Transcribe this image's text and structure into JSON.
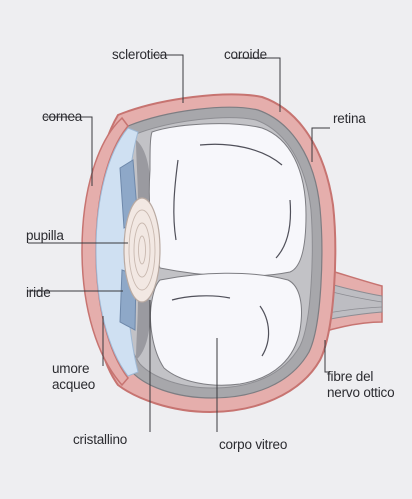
{
  "labels": {
    "sclerotica": "sclerotica",
    "coroide": "coroide",
    "cornea": "cornea",
    "retina": "retina",
    "pupilla": "pupilla",
    "iride": "iride",
    "umore_acqueo_line1": "umore",
    "umore_acqueo_line2": "acqueo",
    "fibre_line1": "fibre del",
    "fibre_line2": "nervo ottico",
    "cristallino": "cristallino",
    "corpo_vitreo": "corpo vitreo"
  },
  "colors": {
    "background": "#eeeef1",
    "sclera": "#e5aeac",
    "sclera_edge": "#c77471",
    "choroid": "#a7a7ab",
    "vitreous": "#f7f7fb",
    "cornea_fluid": "#cfe0f2",
    "iris": "#8ea8c8",
    "lens": "#f2e8e3",
    "leader_line": "#3a3a3e"
  }
}
